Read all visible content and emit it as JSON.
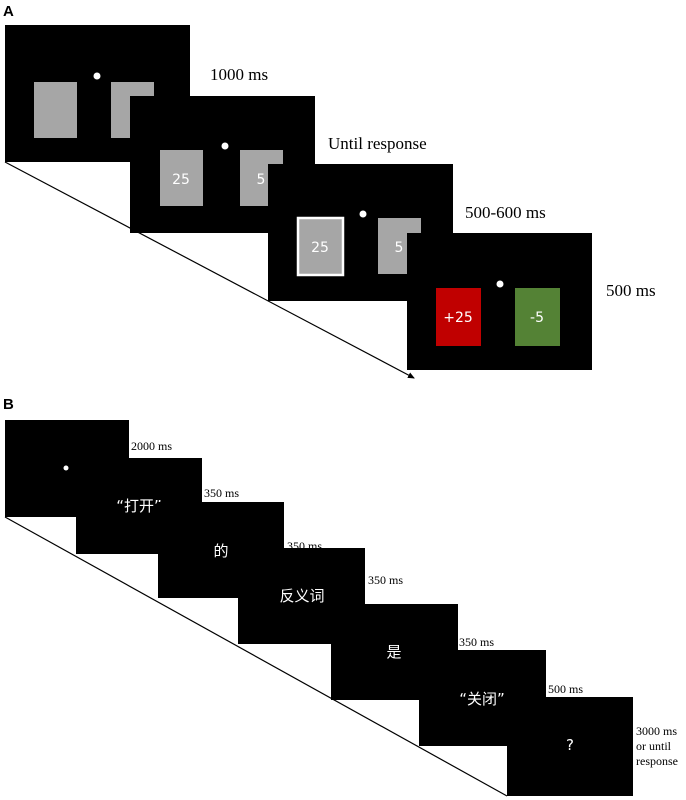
{
  "panel_a": {
    "label": "A",
    "frames": [
      {
        "time": "1000 ms",
        "left_card": "",
        "right_card": ""
      },
      {
        "time": "Until response",
        "left_card": "25",
        "right_card": "5"
      },
      {
        "time": "500-600 ms",
        "left_card": "25",
        "right_card": "5"
      },
      {
        "time": "500 ms",
        "left_card": "+25",
        "right_card": "-5"
      }
    ],
    "colors": {
      "card_gray": "#a6a6a6",
      "feedback_red": "#c00000",
      "feedback_green": "#548235"
    }
  },
  "panel_b": {
    "label": "B",
    "frames": [
      {
        "time": "2000 ms",
        "stimulus": ""
      },
      {
        "time": "350 ms",
        "stimulus": "“打开”"
      },
      {
        "time": "350 ms",
        "stimulus": "的"
      },
      {
        "time": "350 ms",
        "stimulus": "反义词"
      },
      {
        "time": "350 ms",
        "stimulus": "是"
      },
      {
        "time": "500 ms",
        "stimulus": "“关闭”"
      },
      {
        "time_lines": [
          "3000 ms",
          "or until",
          "response"
        ],
        "stimulus": "?"
      }
    ]
  }
}
